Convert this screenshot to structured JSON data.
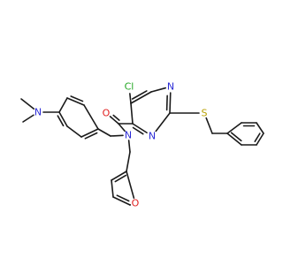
{
  "molecule": {
    "atom_labels": [
      {
        "id": "cl",
        "text": "Cl",
        "color": "#22a722",
        "element": "chlorine"
      },
      {
        "id": "n1",
        "text": "N",
        "color": "#2a2ad6",
        "element": "nitrogen"
      },
      {
        "id": "n3",
        "text": "N",
        "color": "#2a2ad6",
        "element": "nitrogen"
      },
      {
        "id": "s",
        "text": "S",
        "color": "#b8a000",
        "element": "sulfur"
      },
      {
        "id": "o_c",
        "text": "O",
        "color": "#e02020",
        "element": "oxygen"
      },
      {
        "id": "n_a",
        "text": "N",
        "color": "#2a2ad6",
        "element": "nitrogen"
      },
      {
        "id": "n_d",
        "text": "N",
        "color": "#2a2ad6",
        "element": "nitrogen"
      },
      {
        "id": "o_f",
        "text": "O",
        "color": "#e02020",
        "element": "oxygen"
      }
    ],
    "bond_color": "#1a1a1a"
  }
}
